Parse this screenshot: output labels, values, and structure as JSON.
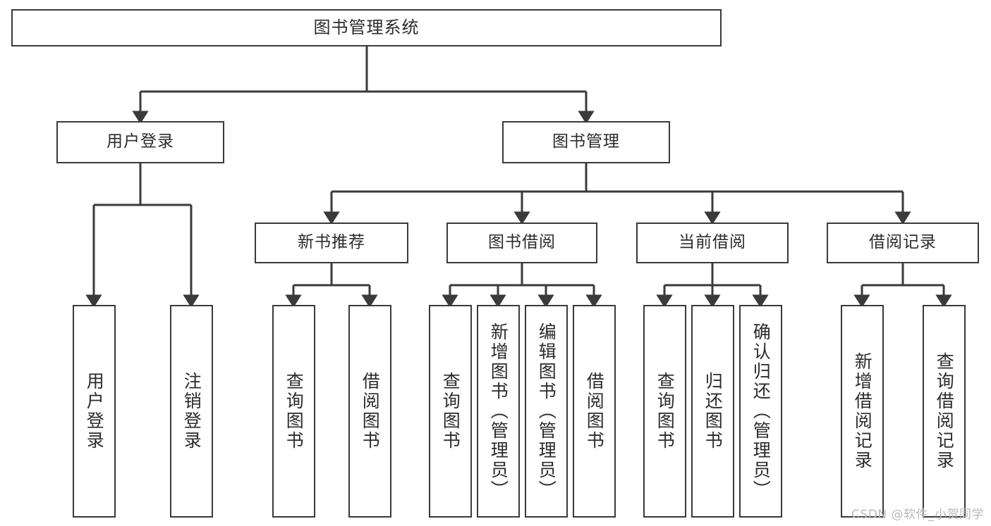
{
  "diagram": {
    "type": "tree",
    "title": "图书管理系统",
    "orientation": "top-down",
    "colors": {
      "background": "#ffffff",
      "node_border": "#3a3a3a",
      "node_fill": "#ffffff",
      "edge": "#3a3a3a",
      "text": "#2b2b2b",
      "watermark": "#b9b9b9"
    },
    "root": {
      "label": "图书管理系统"
    },
    "level2": [
      {
        "label": "用户登录"
      },
      {
        "label": "图书管理"
      }
    ],
    "level3": [
      {
        "label": "新书推荐"
      },
      {
        "label": "图书借阅"
      },
      {
        "label": "当前借阅"
      },
      {
        "label": "借阅记录"
      }
    ],
    "leaves": {
      "user_login": [
        {
          "label": "用户登录"
        },
        {
          "label": "注销登录"
        }
      ],
      "new_book": [
        {
          "label": "查询图书"
        },
        {
          "label": "借阅图书"
        }
      ],
      "borrow_book": [
        {
          "label": "查询图书"
        },
        {
          "label": "新增图书（管理员）"
        },
        {
          "label": "编辑图书（管理员）"
        },
        {
          "label": "借阅图书"
        }
      ],
      "current_borrow": [
        {
          "label": "查询图书"
        },
        {
          "label": "归还图书"
        },
        {
          "label": "确认归还（管理员）"
        }
      ],
      "borrow_record": [
        {
          "label": "新增借阅记录"
        },
        {
          "label": "查询借阅记录"
        }
      ]
    }
  },
  "watermark": {
    "text": "CSDN @软件_小贺同学"
  }
}
